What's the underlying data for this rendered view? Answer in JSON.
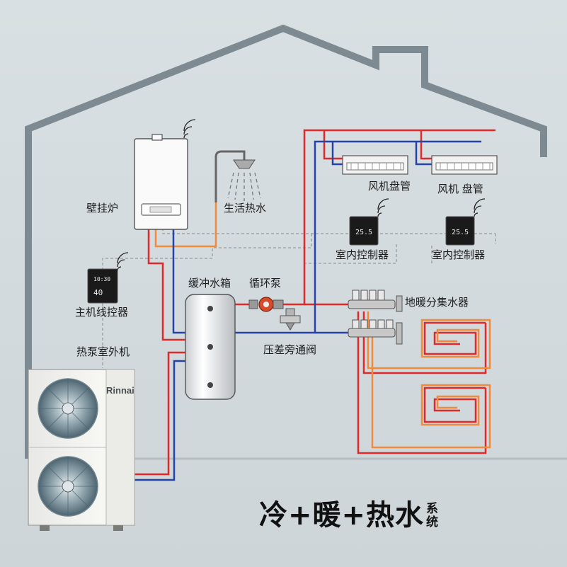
{
  "labels": {
    "boiler": "壁挂炉",
    "hot_water": "生活热水",
    "fan_coil_1": "风机盘管",
    "fan_coil_2": "风机 盘管",
    "indoor_ctrl_1": "室内控制器",
    "indoor_ctrl_2": "室内控制器",
    "main_ctrl": "主机线控器",
    "buffer_tank": "缓冲水箱",
    "circ_pump": "循环泵",
    "manifold": "地暖分集水器",
    "bypass_valve": "压差旁通阀",
    "outdoor_unit": "热泵室外机"
  },
  "devices": {
    "thermostat_display": "25.5",
    "main_ctrl_time": "10:30",
    "main_ctrl_temp": "40",
    "brand": "Rinnai"
  },
  "title": {
    "main": "冷+暖+热水",
    "small": "系统"
  },
  "colors": {
    "hot_pipe": "#e02a2a",
    "cold_pipe": "#2743a8",
    "hot_water_pipe": "#f08a3c",
    "house_outline": "#7d8a91",
    "signal_line": "#9a9a9a"
  }
}
